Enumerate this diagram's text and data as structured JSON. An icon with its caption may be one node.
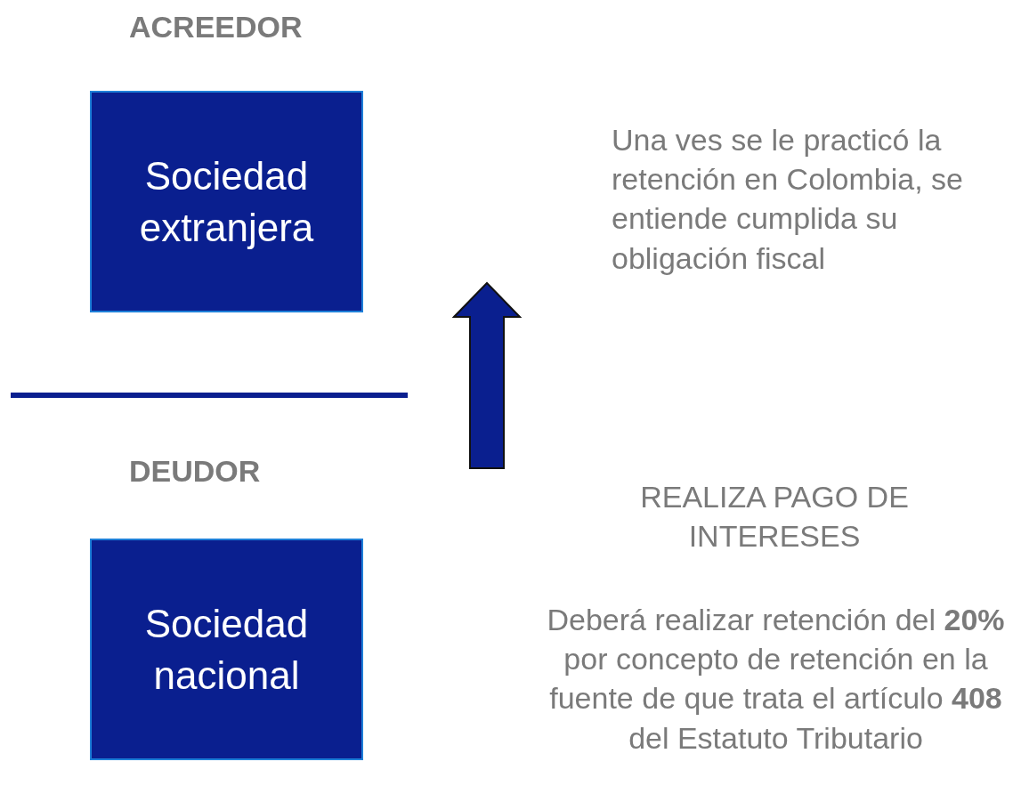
{
  "diagram": {
    "nodes": [
      {
        "text": [
          "Sociedad extranjera"
        ]
      },
      {
        "text": [
          "Sociedad nacional"
        ]
      }
    ],
    "labels": [
      "ACREEDOR",
      "Una ves se le practicó la retención en Colombia, se entiende cumplida su obligación fiscal",
      "DEUDOR",
      "REALIZA PAGO DE INTERESES",
      "Deberá realizar retención del **20%** por concepto de retención en la fuente de que trata el artículo **408** del Estatuto Tributario"
    ]
  }
}
